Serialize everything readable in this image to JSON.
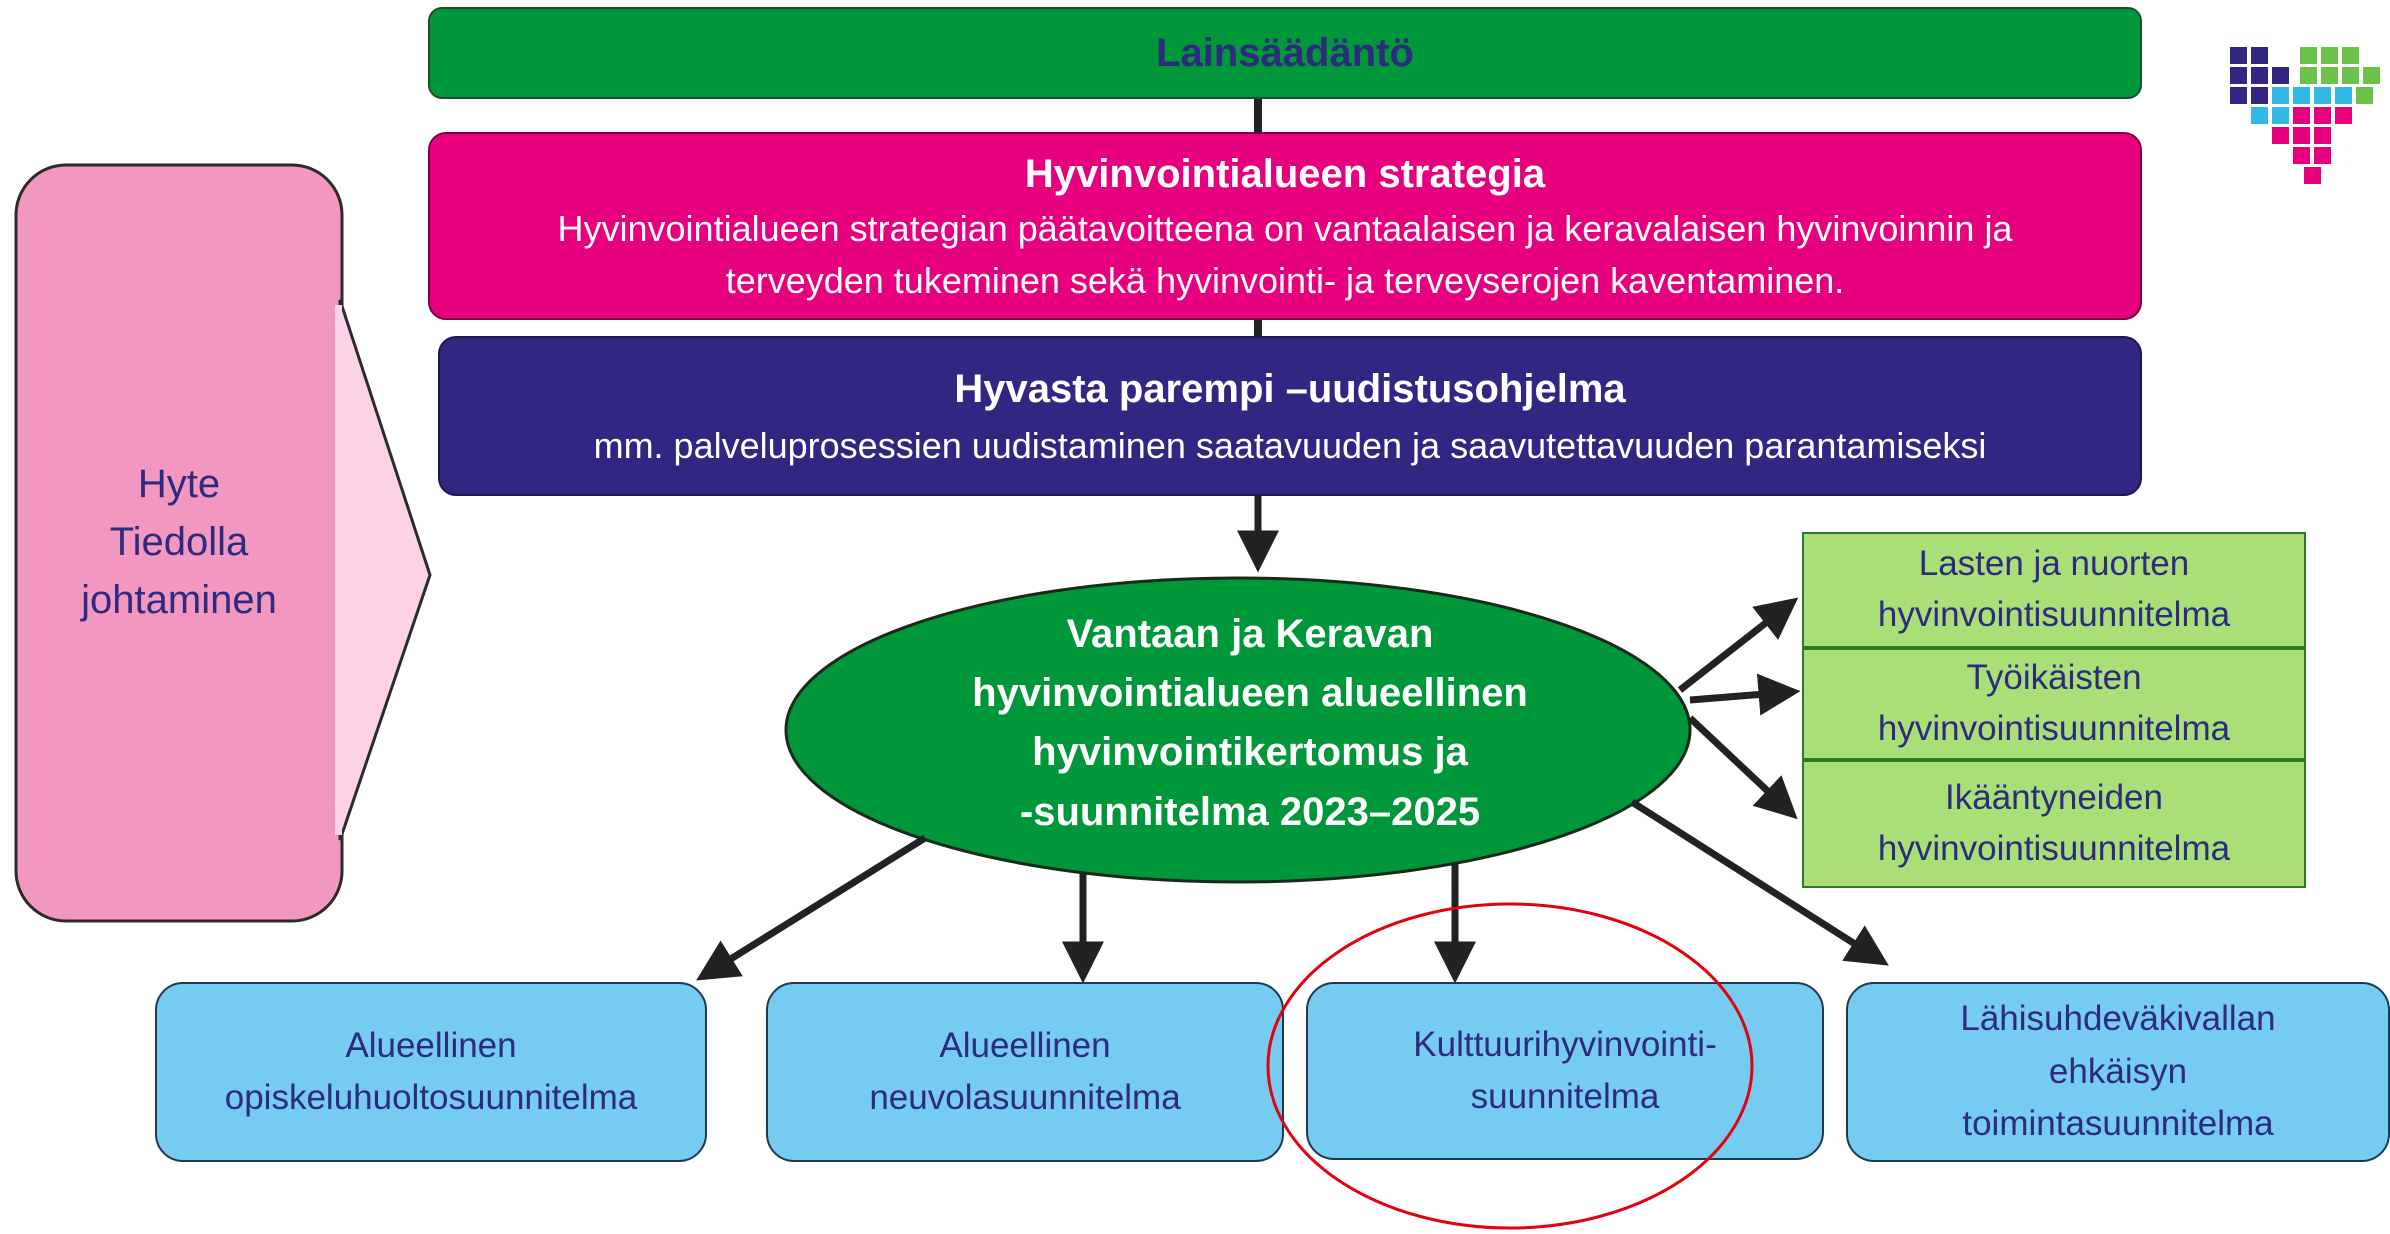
{
  "legislation": {
    "title": "Lainsäädäntö"
  },
  "strategy": {
    "title": "Hyvinvointialueen strategia",
    "line1": "Hyvinvointialueen strategian päätavoitteena on vantaalaisen ja keravalaisen hyvinvoinnin ja",
    "line2": "terveyden tukeminen sekä hyvinvointi- ja terveyserojen kaventaminen."
  },
  "program": {
    "title": "Hyvasta parempi –uudistusohjelma",
    "subtitle": "mm. palveluprosessien uudistaminen saatavuuden ja saavutettavuuden parantamiseksi"
  },
  "hyte": {
    "line1": "Hyte",
    "line2": "Tiedolla",
    "line3": "johtaminen"
  },
  "center": {
    "line1": "Vantaan ja Keravan",
    "line2": "hyvinvointialueen alueellinen",
    "line3": "hyvinvointikertomus ja",
    "line4": "-suunnitelma 2023–2025"
  },
  "right_plans": [
    {
      "line1": "Lasten ja nuorten",
      "line2": "hyvinvointisuunnitelma"
    },
    {
      "line1": "Työikäisten",
      "line2": "hyvinvointisuunnitelma"
    },
    {
      "line1": "Ikääntyneiden",
      "line2": "hyvinvointisuunnitelma"
    }
  ],
  "bottom_plans": [
    {
      "line1": "Alueellinen",
      "line2": "opiskeluhuoltosuunnitelma"
    },
    {
      "line1": "Alueellinen",
      "line2": "neuvolasuunnitelma"
    },
    {
      "line1": "Kulttuurihyvinvointi-",
      "line2": "suunnitelma"
    },
    {
      "line1": "Lähisuhdeväkivallan",
      "line2": "ehkäisyn",
      "line3": "toimintasuunnitelma"
    }
  ],
  "colors": {
    "law_green": "#00973a",
    "strategy_magenta": "#e6007e",
    "program_purple": "#312783",
    "hyte_pink": "#f197c0",
    "center_green": "#00973a",
    "plan_light_green": "#a9df76",
    "plan_light_blue": "#75ccf0",
    "highlight_red": "#e3000f",
    "text_navy": "#2e2a7e"
  },
  "icons": {
    "logo": "pixel-heart-logo-icon"
  }
}
